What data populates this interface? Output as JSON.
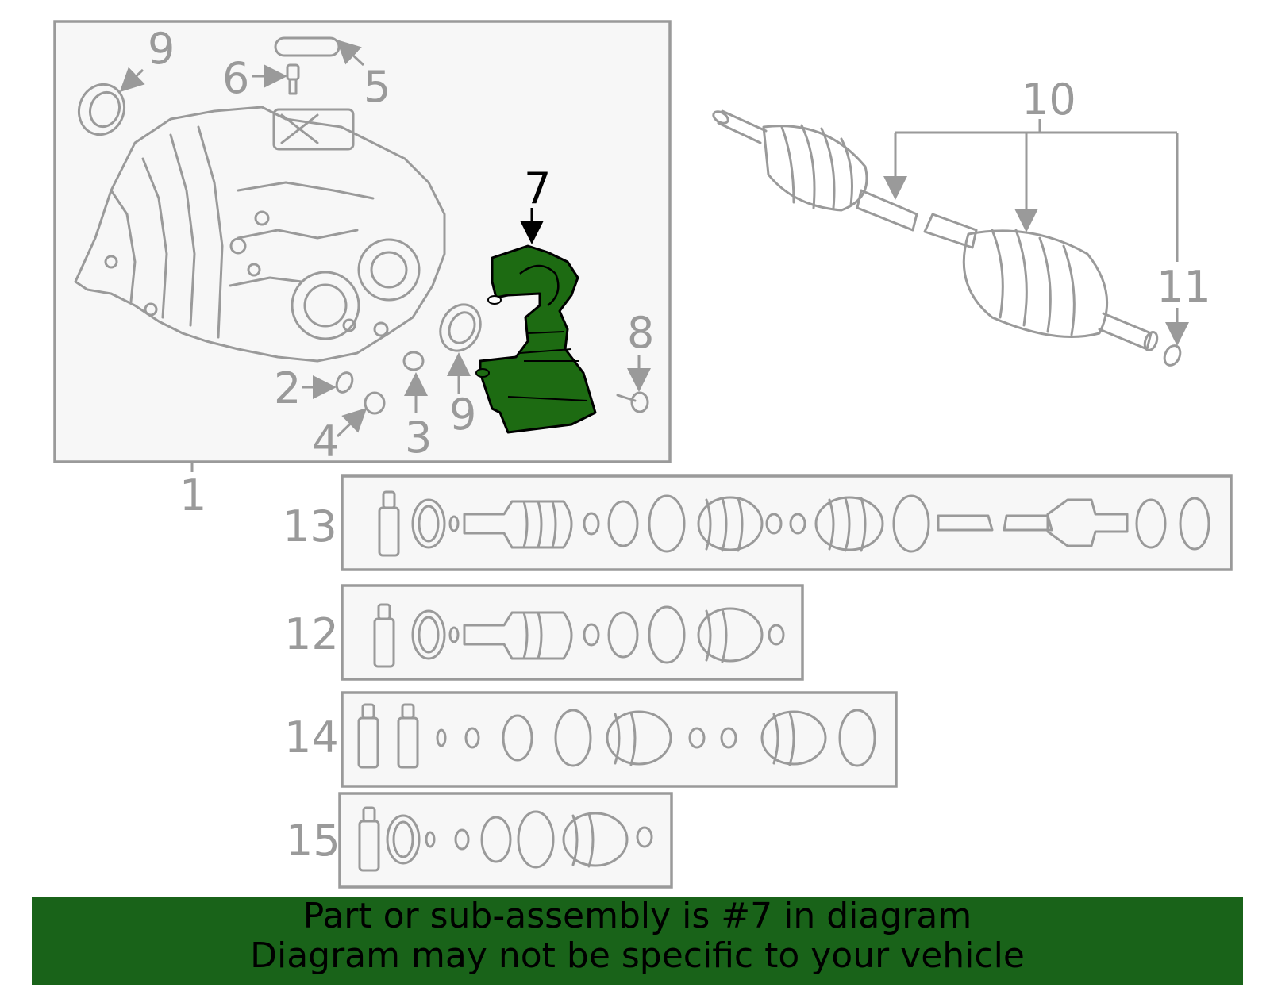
{
  "diagram": {
    "highlight_color": "#1d6b12",
    "banner_color": "#196319",
    "callouts": {
      "c1": "1",
      "c2": "2",
      "c3": "3",
      "c4": "4",
      "c5": "5",
      "c6": "6",
      "c7": "7",
      "c8": "8",
      "c9a": "9",
      "c9b": "9",
      "c10": "10",
      "c11": "11",
      "c12": "12",
      "c13": "13",
      "c14": "14",
      "c15": "15"
    },
    "highlighted_part": "7"
  },
  "banner": {
    "line1": "Part or sub-assembly is #7 in diagram",
    "line2": "Diagram may not be specific to your vehicle"
  }
}
